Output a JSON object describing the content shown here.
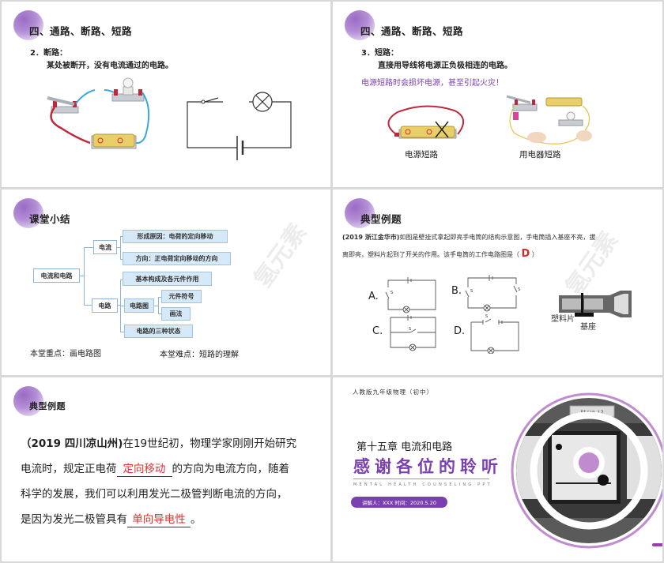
{
  "slides": [
    {
      "title": "四、通路、断路、短路",
      "subheading": "2．断路：",
      "definition": "某处被断开，没有电流通过的电路。",
      "figures": [
        "physical-open-circuit-illustration",
        "open-circuit-schematic"
      ]
    },
    {
      "title": "四、通路、断路、短路",
      "subheading": "3．短路：",
      "definition": "直接用导线将电源正负极相连的电路。",
      "warning": "电源短路时会损坏电源，甚至引起火灾！",
      "captions": [
        "电源短路",
        "用电器短路"
      ]
    },
    {
      "title": "课堂小结",
      "mindmap": {
        "root": "电流和电路",
        "branch_current": "电流",
        "current_children": [
          "形成原因：电荷的定向移动",
          "方向：正电荷定向移动的方向"
        ],
        "branch_circuit": "电路",
        "circuit_child_1": "基本构成及各元件作用",
        "circuit_diagram": "电路图",
        "diagram_children": [
          "元件符号",
          "画法"
        ],
        "circuit_child_3": "电路的三种状态"
      },
      "key_point": "本堂重点：画电路图",
      "difficulty": "本堂难点：短路的理解",
      "watermark": "氢元素"
    },
    {
      "title": "典型例题",
      "question_source": "(2019  浙江金华市)",
      "question_part1": "如图是壁挂式拿起即亮手电筒的结构示意图，手电筒插入基座不亮，拔",
      "question_part2": "离即亮，塑料片起到了开关的作用。该手电筒的工作电路图是（",
      "answer": "D",
      "question_close": "）",
      "options": [
        "A.",
        "B.",
        "C.",
        "D."
      ],
      "figure_labels": [
        "塑料片",
        "基座"
      ],
      "switch_label": "S",
      "watermark": "氢元素"
    },
    {
      "title": "典型例题",
      "source": "（2019 四川凉山州)",
      "line1_rest": "在19世纪初，物理学家刚刚开始研究",
      "line2_pre": "电流时，规定正电荷",
      "blank1": "定向移动",
      "line2_post": "的方向为电流方向，随着",
      "line3": "科学的发展，我们可以利用发光二极管判断电流的方向，",
      "line4_pre": "是因为发光二极管具有",
      "blank2": "单向导电性",
      "line4_post": "。"
    },
    {
      "top_label": "人教版九年级物理（初中）",
      "chapter": "第十五章   电流和电路",
      "thanks": "感谢各位的聆听",
      "english": "MENTAL HEALTH COUNSELING PPT",
      "presenter_pill": "讲解人：XXX  时间：2020.5.20",
      "meter_label": "Strom L2"
    }
  ],
  "colors": {
    "accent_purple": "#7a3fb0",
    "answer_red": "#d62a2a",
    "mindmap_fill": "#d6e9f8",
    "mindmap_border": "#8fb4d6",
    "ring_lilac": "#c08ccf"
  }
}
